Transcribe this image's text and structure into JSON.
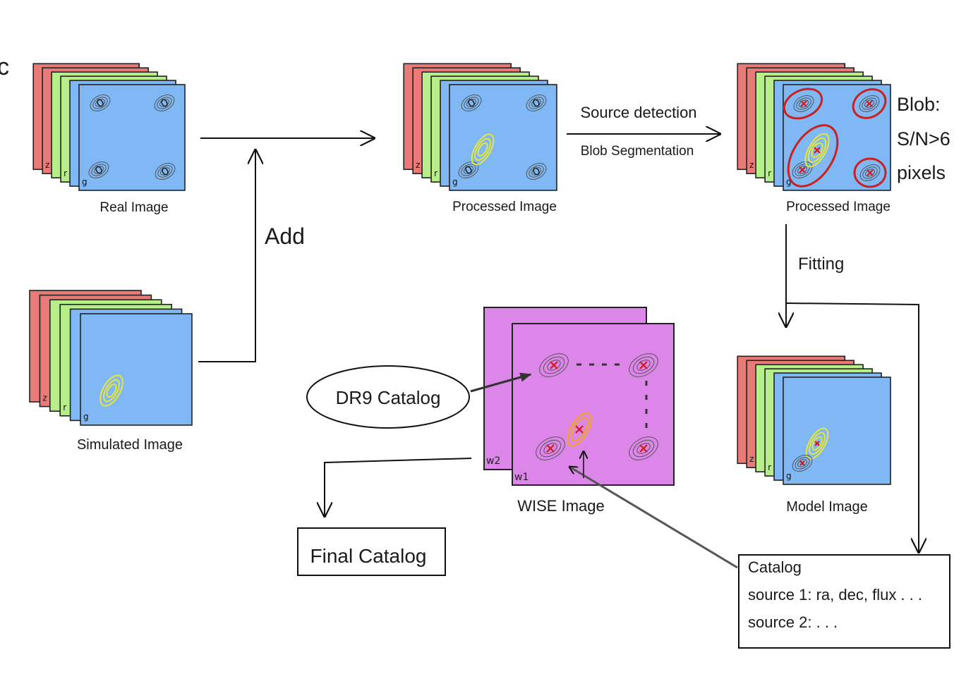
{
  "colors": {
    "z_band": "#ea7a78",
    "r_band": "#b6ef8a",
    "g_band": "#7fb8f4",
    "wise": "#dd86ea",
    "blob_ring": "#cc2020",
    "simulated_source": "#e6e63a",
    "arrow": "#111111"
  },
  "stacks": {
    "real": {
      "label": "Real Image",
      "bands": [
        "z",
        "r",
        "g"
      ]
    },
    "simulated": {
      "label": "Simulated Image",
      "bands": [
        "z",
        "r",
        "g"
      ]
    },
    "processed": {
      "label": "Processed Image",
      "bands": [
        "z",
        "r",
        "g"
      ]
    },
    "segmented": {
      "label": "Processed Image",
      "bands": [
        "z",
        "r",
        "g"
      ]
    },
    "model": {
      "label": "Model Image",
      "bands": [
        "z",
        "r",
        "g"
      ]
    }
  },
  "edges": {
    "add": "Add",
    "source_detection": "Source detection",
    "blob_segmentation": "Blob Segmentation",
    "fitting": "Fitting"
  },
  "blob_note": {
    "line1": "Blob:",
    "line2": "S/N>6",
    "line3": "pixels"
  },
  "wise": {
    "label": "WISE Image",
    "bands": [
      "w1",
      "w2"
    ]
  },
  "dr9": {
    "label": "DR9 Catalog"
  },
  "final": {
    "label": "Final Catalog"
  },
  "catalog": {
    "title": "Catalog",
    "row1": "source 1:  ra, dec, flux . . .",
    "row2": "source 2:  . . ."
  }
}
